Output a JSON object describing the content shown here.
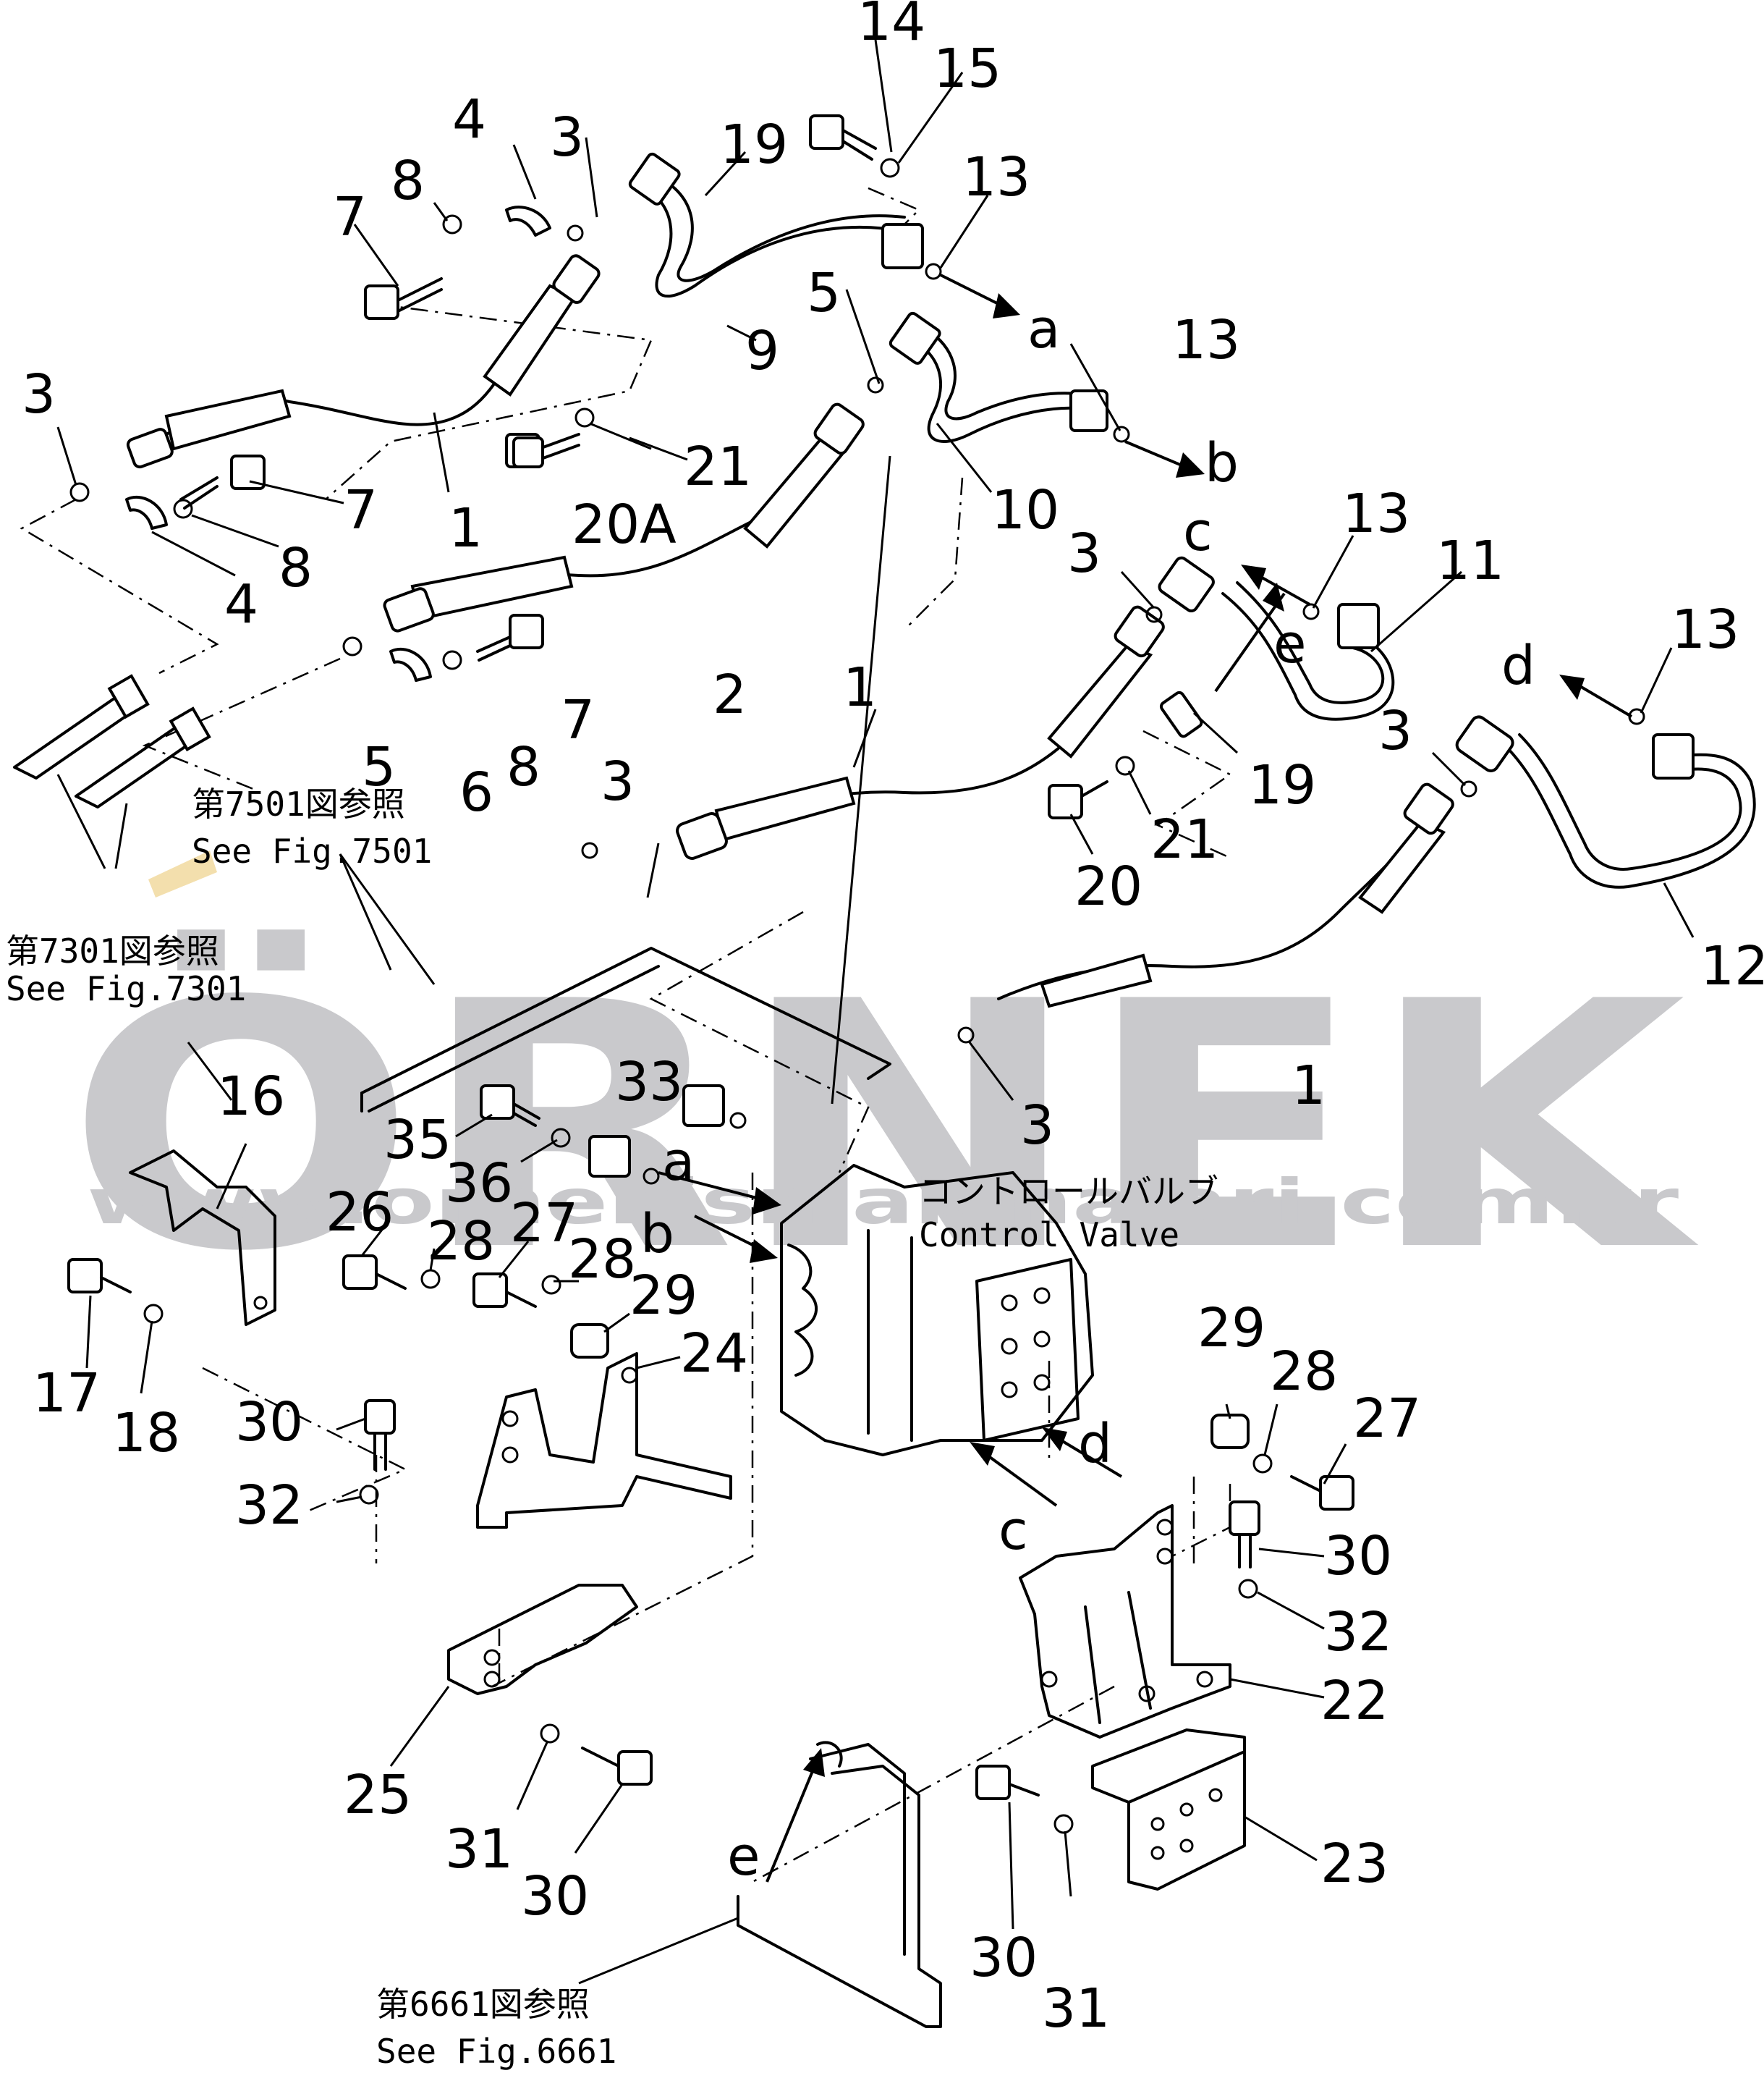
{
  "watermark": {
    "logo_text": "ÖRNEK",
    "url_text": "www.ornekismakinalari.com.tr"
  },
  "references": {
    "fig7501_jp": "第7501図参照",
    "fig7501_en": "See Fig.7501",
    "fig7301_jp": "第7301図参照",
    "fig7301_en": "See Fig.7301",
    "fig6661_jp": "第6661図参照",
    "fig6661_en": "See Fig.6661"
  },
  "control_valve": {
    "label_jp": "コントロールバルブ",
    "label_en": "Control Valve"
  },
  "connection_letters": {
    "a": "a",
    "b": "b",
    "c": "c",
    "d": "d",
    "e": "e"
  },
  "part_numbers": {
    "p1": "1",
    "p2": "2",
    "p3": "3",
    "p4": "4",
    "p5": "5",
    "p6": "6",
    "p7": "7",
    "p8": "8",
    "p9": "9",
    "p10": "10",
    "p11": "11",
    "p12": "12",
    "p13": "13",
    "p14": "14",
    "p15": "15",
    "p16": "16",
    "p17": "17",
    "p18": "18",
    "p19": "19",
    "p20": "20",
    "p20a": "20A",
    "p21": "21",
    "p22": "22",
    "p23": "23",
    "p24": "24",
    "p25": "25",
    "p26": "26",
    "p27": "27",
    "p28": "28",
    "p29": "29",
    "p30": "30",
    "p31": "31",
    "p32": "32",
    "p33": "33",
    "p35": "35",
    "p36": "36"
  }
}
